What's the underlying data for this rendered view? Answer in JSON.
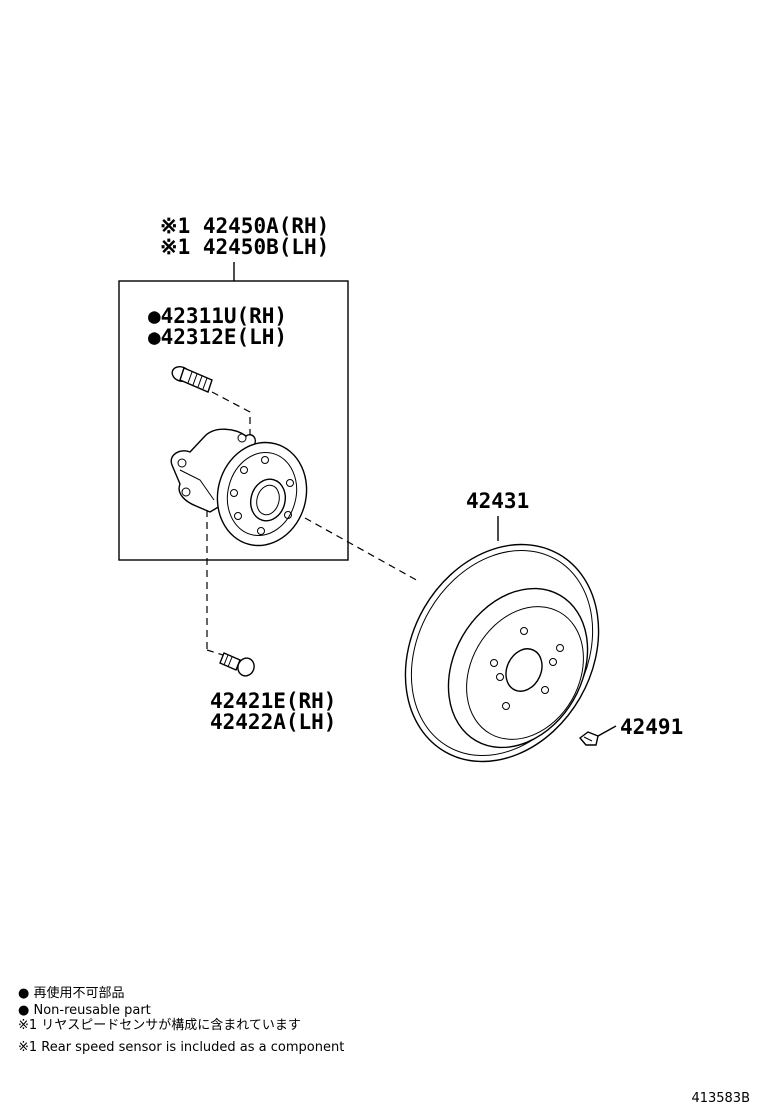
{
  "parts": {
    "hub_assembly": {
      "line1": "※1 42450A(RH)",
      "line2": "※1 42450B(LH)"
    },
    "hub_bolt": {
      "line1": "●42311U(RH)",
      "line2": "●42312E(LH)"
    },
    "bolt": {
      "line1": "42421E(RH)",
      "line2": "42422A(LH)"
    },
    "disc": {
      "label": "42431"
    },
    "screw": {
      "label": "42491"
    }
  },
  "notes": [
    "● 再使用不可部品",
    "● Non-reusable part",
    "※1 リヤスピードセンサが構成に含まれています",
    "※1 Rear speed sensor is included as a component"
  ],
  "diagram_id": "413583B"
}
